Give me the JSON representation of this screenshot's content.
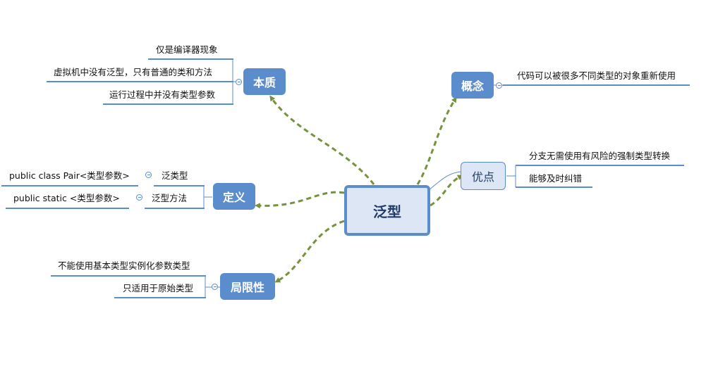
{
  "center": {
    "label": "泛型"
  },
  "branches": {
    "nature": {
      "label": "本质",
      "items": [
        "仅是编译器现象",
        "虚拟机中没有泛型，只有普通的类和方法",
        "运行过程中并没有类型参数"
      ]
    },
    "concept": {
      "label": "概念",
      "items": [
        "代码可以被很多不同类型的对象重新使用"
      ]
    },
    "advantage": {
      "label": "优点",
      "items": [
        "分支无需使用有风险的强制类型转换",
        "能够及时纠错"
      ]
    },
    "definition": {
      "label": "定义",
      "children": [
        {
          "label": "泛类型",
          "items": [
            "public class Pair<类型参数>"
          ]
        },
        {
          "label": "泛型方法",
          "items": [
            "public static <类型参数>"
          ]
        }
      ]
    },
    "limitation": {
      "label": "局限性",
      "items": [
        "不能使用基本类型实例化参数类型",
        "只适用于原始类型"
      ]
    }
  },
  "colors": {
    "accent": "#5b8ccc",
    "connector": "#76923c",
    "underline": "#5b8ccc"
  }
}
